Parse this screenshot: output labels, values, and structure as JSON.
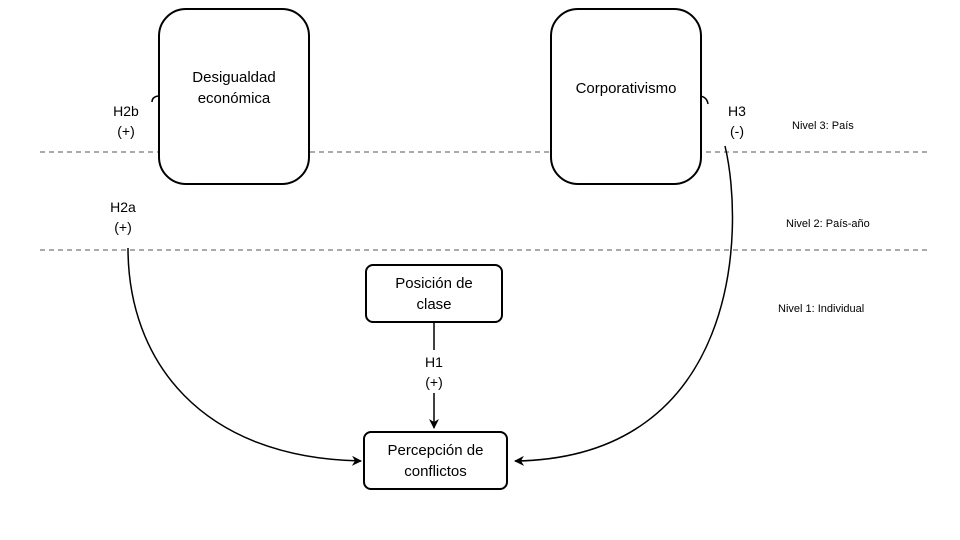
{
  "nodes": {
    "desigualdad": "Desigualdad\neconómica",
    "corporativismo": "Corporativismo",
    "posicion": "Posición de\nclase",
    "percepcion": "Percepción de\nconflictos"
  },
  "hypotheses": {
    "h2b": "H2b\n(+)",
    "h2a": "H2a\n(+)",
    "h3": "H3\n(-)",
    "h1": "H1\n(+)"
  },
  "levels": {
    "pais": "Nivel 3: País",
    "pais_ano": "Nivel 2: País-año",
    "individual": "Nivel 1: Individual"
  }
}
